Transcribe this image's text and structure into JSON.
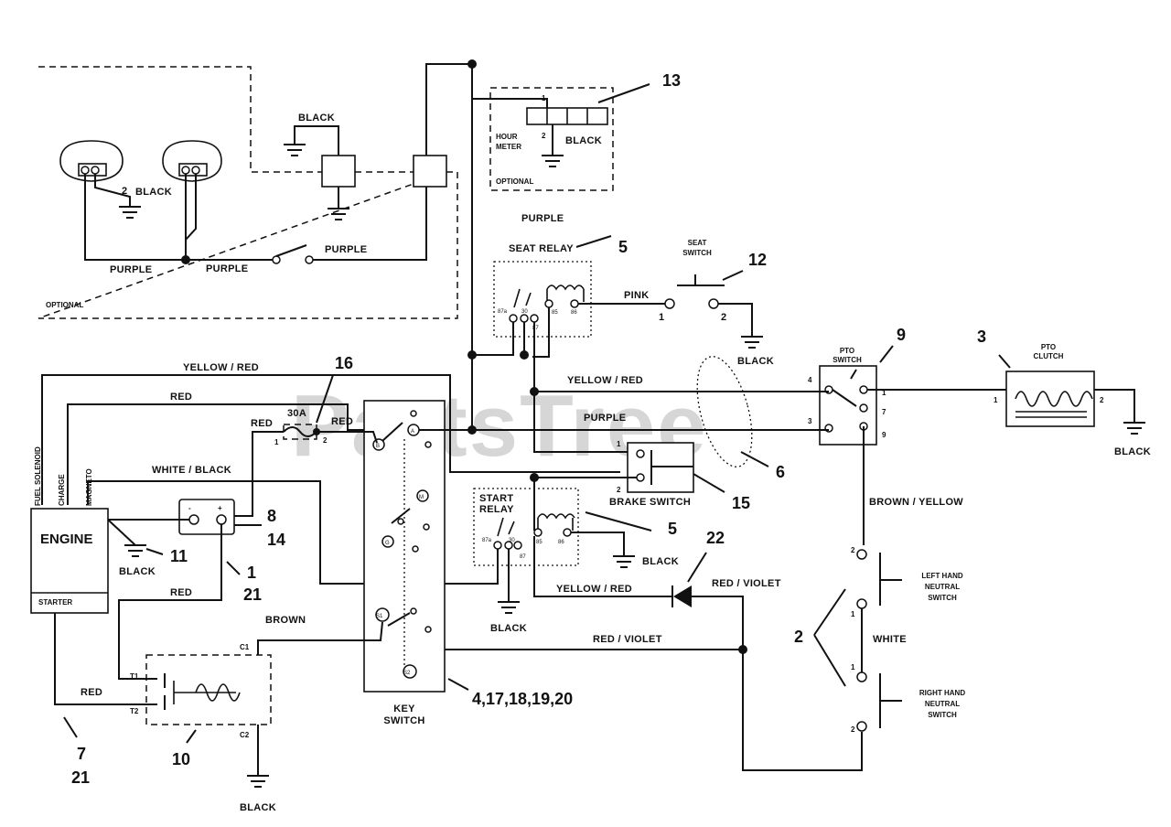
{
  "watermark": "PartsTree",
  "trademark": "TM",
  "components": {
    "engine": "ENGINE",
    "starter": "STARTER",
    "hour_meter": "HOUR\nMETER",
    "optional_main": "OPTIONAL",
    "optional_meter": "OPTIONAL",
    "seat_relay": "SEAT RELAY",
    "seat_switch": "SEAT\nSWITCH",
    "pto_switch": "PTO\nSWITCH",
    "pto_clutch": "PTO\nCLUTCH",
    "start_relay": "START\nRELAY",
    "brake_switch": "BRAKE SWITCH",
    "key_switch": "KEY\nSWITCH",
    "left_neutral": "LEFT HAND\nNEUTRAL\nSWITCH",
    "right_neutral": "RIGHT HAND\nNEUTRAL\nSWITCH",
    "fuse": "30A"
  },
  "engine_wires": [
    "FUEL SOLENOID",
    "CHARGE",
    "MAGNETO"
  ],
  "wire_labels": {
    "black_lamp": "BLACK",
    "black_lamp_num": "2",
    "black_top": "BLACK",
    "black_meter": "BLACK",
    "purple_lamp_left": "PURPLE",
    "purple_lamp_mid": "PURPLE",
    "purple_lamp_right": "PURPLE",
    "purple_top": "PURPLE",
    "pink": "PINK",
    "black_seat": "BLACK",
    "yellow_red_top": "YELLOW / RED",
    "red_top": "RED",
    "red_fuse_left": "RED",
    "red_fuse_right": "RED",
    "white_black": "WHITE / BLACK",
    "yellow_red_mid": "YELLOW / RED",
    "purple_mid": "PURPLE",
    "brown_yellow": "BROWN / YELLOW",
    "black_engine": "BLACK",
    "red_engine": "RED",
    "black_start_relay": "BLACK",
    "black_start_ground": "BLACK",
    "yellow_red_low": "YELLOW / RED",
    "red_violet_diode": "RED / VIOLET",
    "red_violet_low": "RED / VIOLET",
    "brown": "BROWN",
    "red_starter": "RED",
    "white": "WHITE",
    "black_solenoid": "BLACK"
  },
  "terminals": {
    "meter_1": "1",
    "meter_2": "2",
    "relay_87a": "87a",
    "relay_30": "30",
    "relay_87": "87",
    "relay_85": "85",
    "relay_86": "86",
    "seat_1": "1",
    "seat_2": "2",
    "pto_4": "4",
    "pto_1": "1",
    "pto_3": "3",
    "pto_7": "7",
    "pto_9": "9",
    "clutch_1": "1",
    "clutch_2": "2",
    "fuse_1": "1",
    "fuse_2": "2",
    "key_B": "B",
    "key_A": "A",
    "key_M": "M",
    "key_G": "G",
    "key_S1": "S1",
    "key_S2": "S2",
    "brake_1": "1",
    "brake_2": "2",
    "sol_C1": "C1",
    "sol_C2": "C2",
    "sol_T1": "T1",
    "sol_T2": "T2",
    "lh_2": "2",
    "lh_1": "1",
    "rh_1": "1",
    "rh_2": "2",
    "reg_minus": "-",
    "reg_plus": "+"
  },
  "callouts": {
    "n13": "13",
    "n5a": "5",
    "n12": "12",
    "n9": "9",
    "n3": "3",
    "n16": "16",
    "n6": "6",
    "n15": "15",
    "n5b": "5",
    "n22": "22",
    "n8": "8",
    "n14": "14",
    "n11": "11",
    "n1": "1",
    "n21a": "21",
    "n2": "2",
    "n4": "4,17,18,19,20",
    "n7": "7",
    "n21b": "21",
    "n10": "10"
  }
}
